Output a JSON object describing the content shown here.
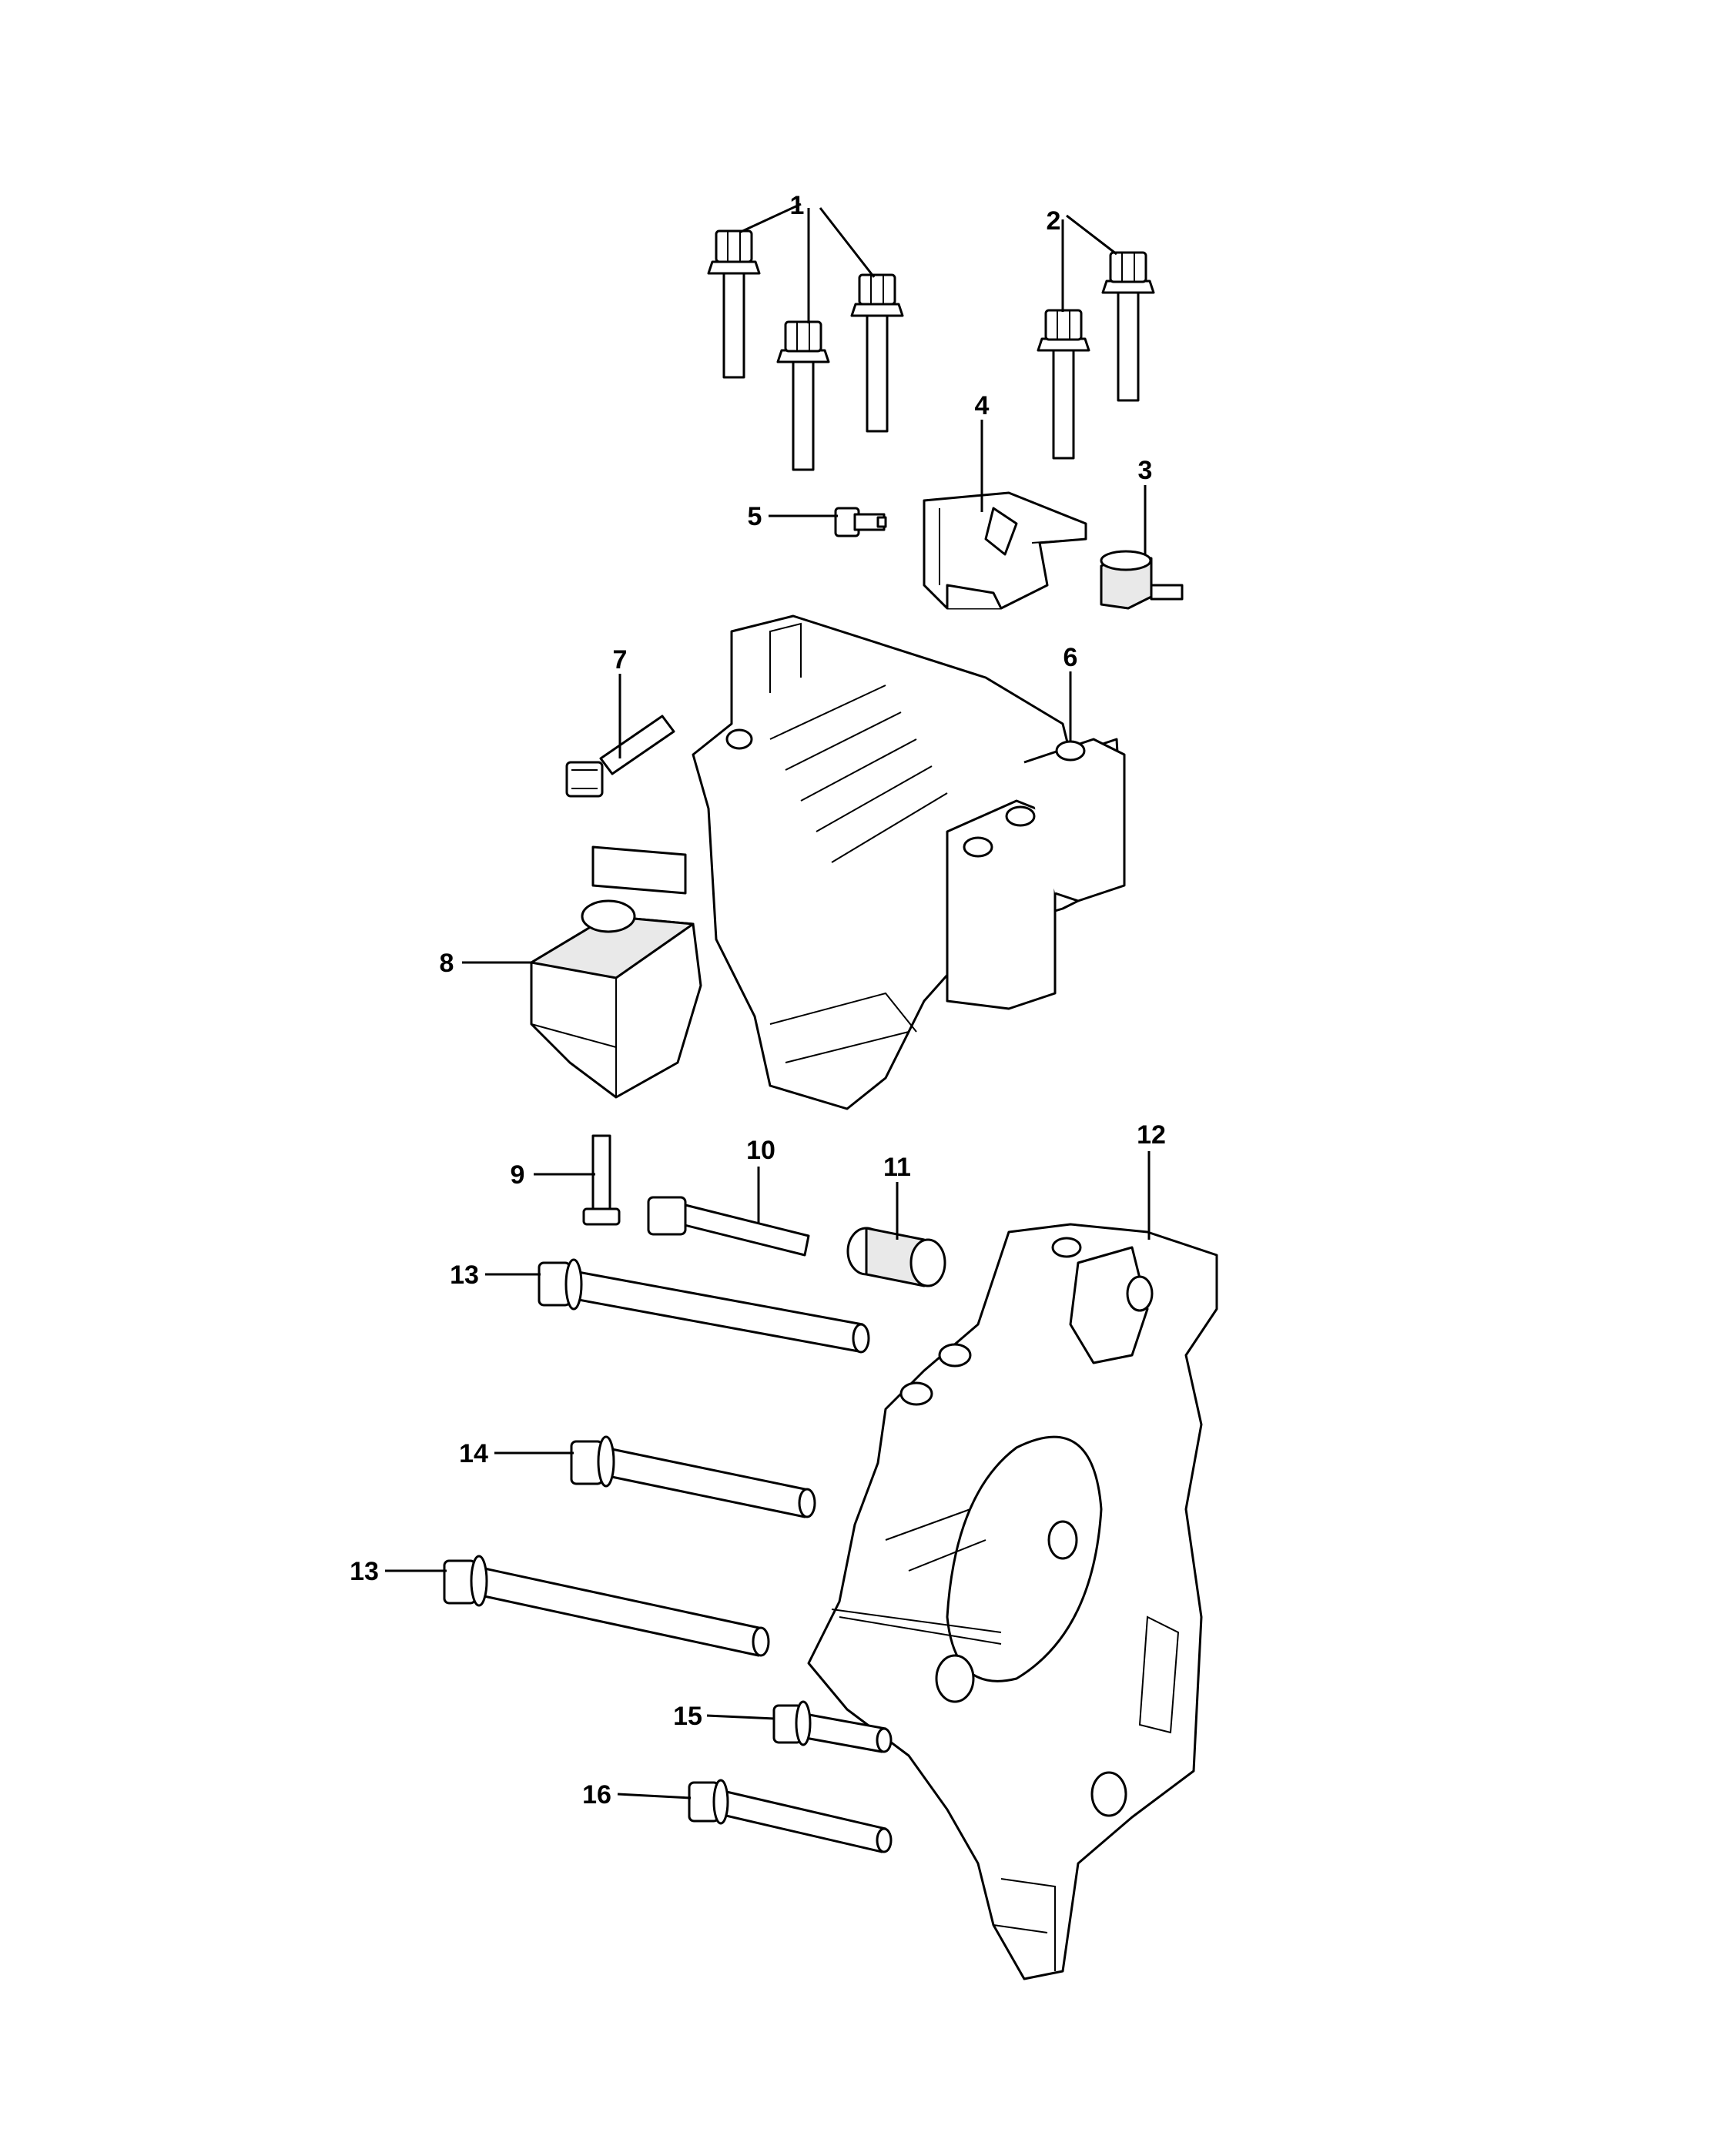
{
  "diagram": {
    "callouts": [
      {
        "id": "c1",
        "label": "1"
      },
      {
        "id": "c2",
        "label": "2"
      },
      {
        "id": "c3",
        "label": "3"
      },
      {
        "id": "c4",
        "label": "4"
      },
      {
        "id": "c5",
        "label": "5"
      },
      {
        "id": "c6",
        "label": "6"
      },
      {
        "id": "c7",
        "label": "7"
      },
      {
        "id": "c8",
        "label": "8"
      },
      {
        "id": "c9",
        "label": "9"
      },
      {
        "id": "c10",
        "label": "10"
      },
      {
        "id": "c11",
        "label": "11"
      },
      {
        "id": "c12",
        "label": "12"
      },
      {
        "id": "c13a",
        "label": "13"
      },
      {
        "id": "c14",
        "label": "14"
      },
      {
        "id": "c13b",
        "label": "13"
      },
      {
        "id": "c15",
        "label": "15"
      },
      {
        "id": "c16",
        "label": "16"
      }
    ]
  }
}
